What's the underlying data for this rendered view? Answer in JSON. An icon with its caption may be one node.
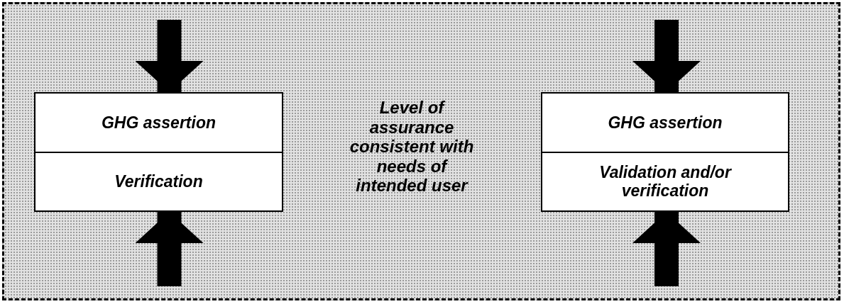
{
  "diagram": {
    "nodes": [
      {
        "text": [],
        "shape": "box"
      },
      {
        "text": [
          "GHG assertion",
          "Verification"
        ],
        "in": 0
      },
      {
        "text": [
          "GHG assertion",
          "Validation and/or verification"
        ],
        "in": 0
      }
    ],
    "edges": [
      {
        "from": null,
        "to": 1,
        "arrow": "to"
      },
      {
        "from": null,
        "to": 1,
        "arrow": "to"
      },
      {
        "from": null,
        "to": 2,
        "arrow": "to"
      },
      {
        "from": null,
        "to": 2,
        "arrow": "to"
      }
    ],
    "labels": [
      "Level of assurance consistent with needs of intended user"
    ]
  }
}
